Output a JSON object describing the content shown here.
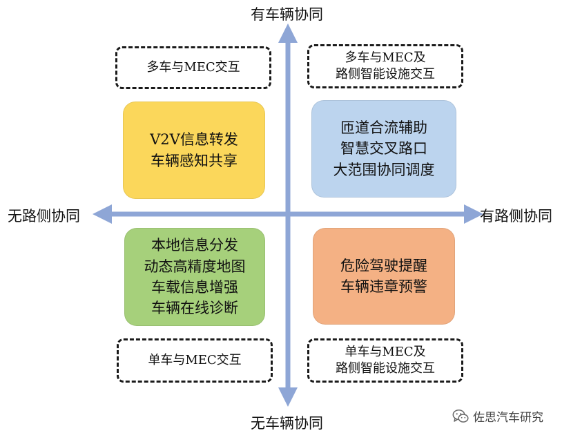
{
  "axes": {
    "top": "有车辆协同",
    "bottom": "无车辆协同",
    "left": "无路侧协同",
    "right": "有路侧协同"
  },
  "colors": {
    "axis": "#8ea6d6",
    "yellow": "#fbd75b",
    "blue": "#bcd4ee",
    "green": "#a6d07b",
    "orange": "#f4b184"
  },
  "dashed_boxes": {
    "top_left": [
      "多车与MEC交互"
    ],
    "top_right": [
      "多车与MEC及",
      "路侧智能设施交互"
    ],
    "bottom_left": [
      "单车与MEC交互"
    ],
    "bottom_right": [
      "单车与MEC及",
      "路侧智能设施交互"
    ]
  },
  "quadrants": {
    "top_left": [
      "V2V信息转发",
      "车辆感知共享"
    ],
    "top_right": [
      "匝道合流辅助",
      "智慧交叉路口",
      "大范围协同调度"
    ],
    "bottom_left": [
      "本地信息分发",
      "动态高精度地图",
      "车载信息增强",
      "车辆在线诊断"
    ],
    "bottom_right": [
      "危险驾驶提醒",
      "车辆违章预警"
    ]
  },
  "watermark": {
    "icon": "wechat-icon",
    "text": "佐思汽车研究"
  }
}
